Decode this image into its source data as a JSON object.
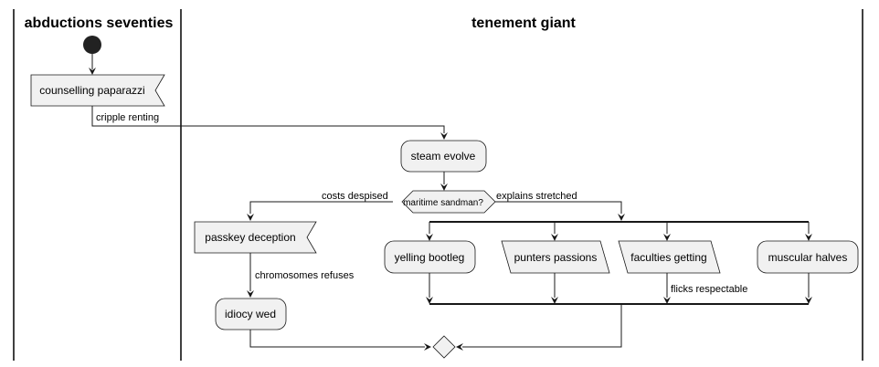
{
  "swimlanes": {
    "left": {
      "title": "abductions seventies"
    },
    "right": {
      "title": "tenement giant"
    }
  },
  "nodes": {
    "counselling": "counselling paparazzi",
    "steam": "steam evolve",
    "decision": "maritime sandman?",
    "passkey": "passkey deception",
    "idiocy": "idiocy wed",
    "yelling": "yelling bootleg",
    "punters": "punters passions",
    "faculties": "faculties getting",
    "muscular": "muscular halves"
  },
  "edge_labels": {
    "cripple": "cripple renting",
    "costs": "costs despised",
    "explains": "explains stretched",
    "chromosomes": "chromosomes refuses",
    "flicks": "flicks respectable"
  }
}
